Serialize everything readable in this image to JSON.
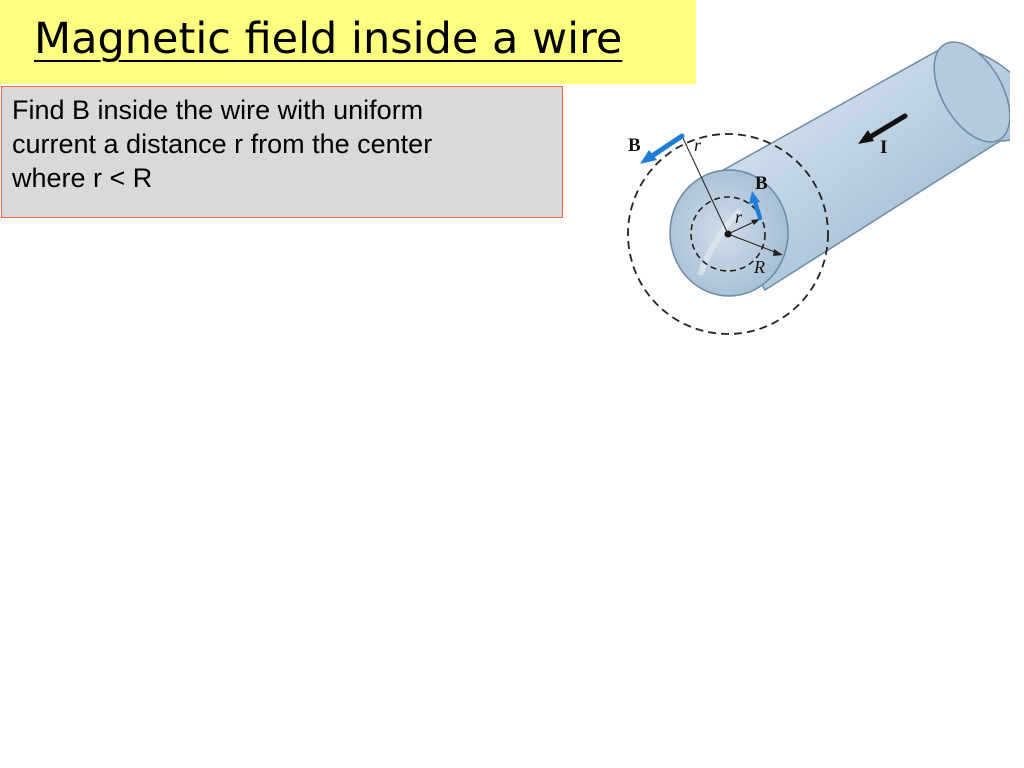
{
  "slide": {
    "title": "Magnetic field inside a wire",
    "problem_lines": [
      "Find B inside the wire with uniform",
      "current a distance r from the center",
      "where r < R"
    ]
  },
  "figure": {
    "labels": {
      "b_outer": "B",
      "r_outer": "r",
      "current": "I",
      "b_inner": "B",
      "r_inner": "r",
      "radius": "R"
    },
    "colors": {
      "field_arrow": "#1f7fd6",
      "cylinder": "#b9cfe0"
    }
  }
}
